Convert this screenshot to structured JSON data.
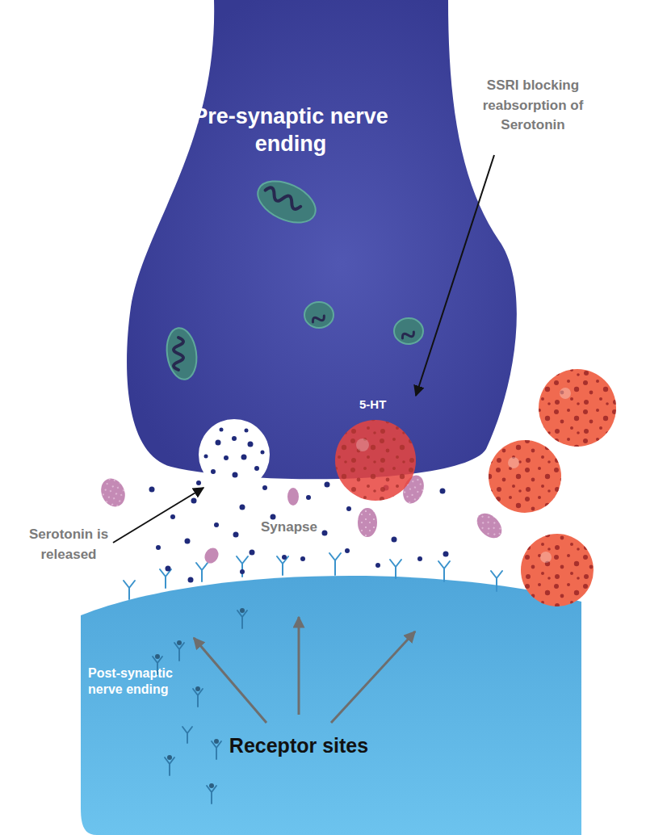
{
  "diagram": {
    "nodes": [
      {
        "text": [
          "Pre-synaptic nerve ending",
          "5-HT"
        ]
      },
      {
        "text": [
          "Post-synaptic nerve ending",
          "Receptor sites"
        ]
      }
    ],
    "labels": [
      "SSRI blocking reabsorption of Serotonin",
      "Serotonin is released",
      "Synapse"
    ]
  }
}
